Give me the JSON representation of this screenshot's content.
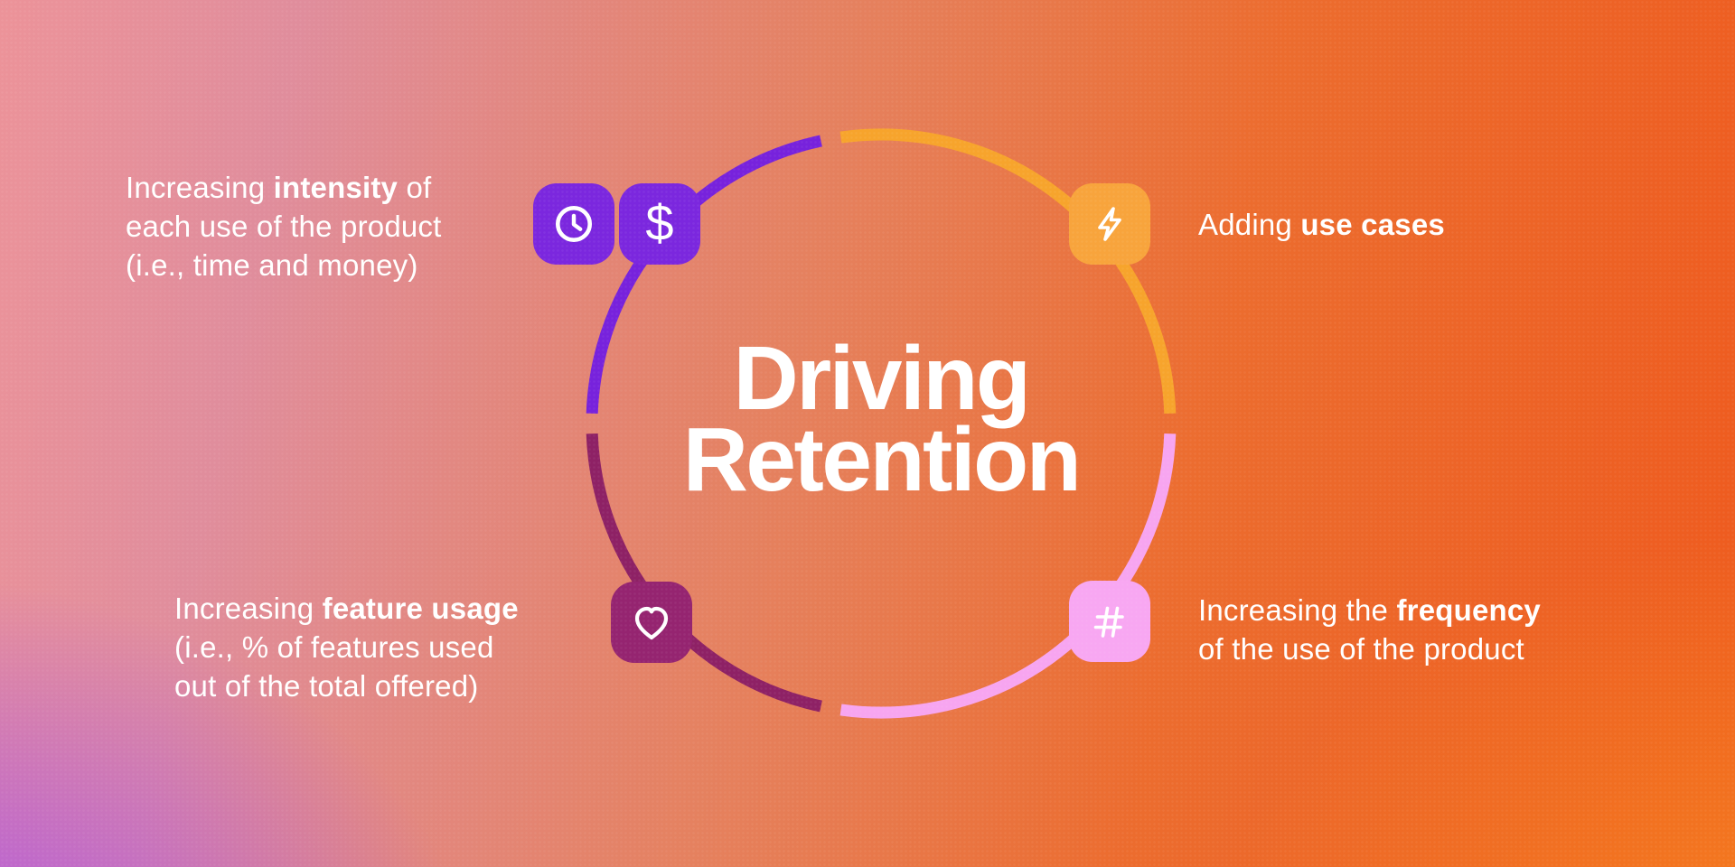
{
  "title": {
    "line1": "Driving",
    "line2": "Retention"
  },
  "colors": {
    "purple_badge": "#7B27DE",
    "purple_arc": "#7722DC",
    "orange_badge": "#F8A43C",
    "orange_arc": "#F7A42C",
    "plum_badge": "#952470",
    "plum_arc": "#8E2165",
    "pink_badge": "#F8A7F2",
    "pink_arc": "#F7A5F0"
  },
  "glyphs": {
    "dollar": "$"
  },
  "items": {
    "intensity": {
      "line1_pre": "Increasing ",
      "line1_bold": "intensity",
      "line1_post": " of",
      "line2": "each use of the product",
      "line3": "(i.e., time and money)",
      "icons": "clock-icon, dollar-icon"
    },
    "use_cases": {
      "line1_pre": "Adding ",
      "line1_bold": "use cases",
      "icons": "lightning-icon"
    },
    "feature_usage": {
      "line1_pre": "Increasing ",
      "line1_bold": "feature usage",
      "line2": "(i.e., % of features used",
      "line3": "out of the total offered)",
      "icons": "heart-icon"
    },
    "frequency": {
      "line1_pre": "Increasing the ",
      "line1_bold": "frequency",
      "line2": "of the use of the product",
      "icons": "hash-icon"
    }
  }
}
